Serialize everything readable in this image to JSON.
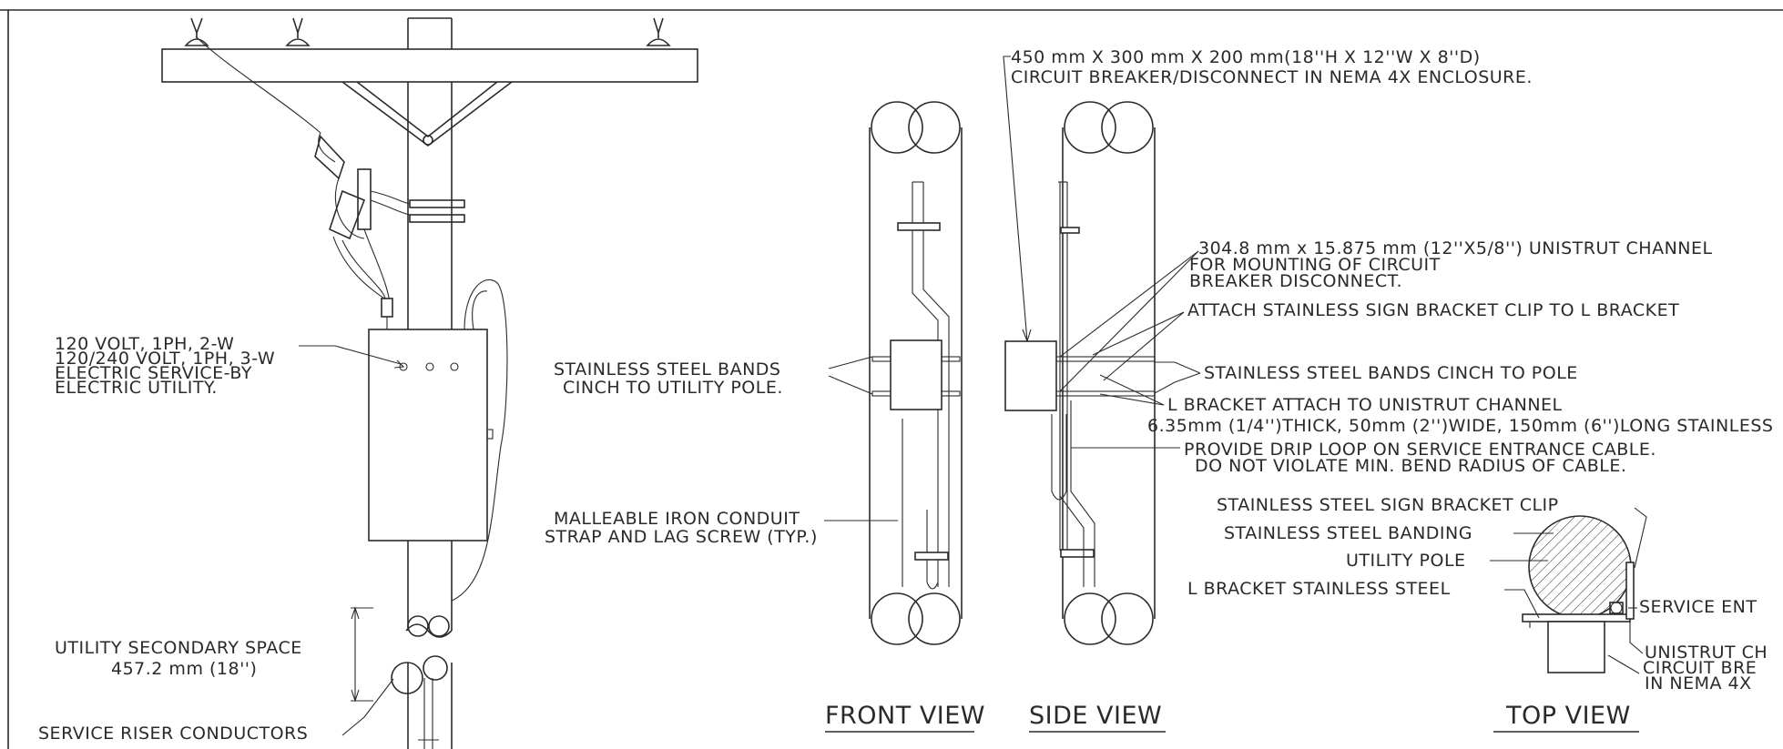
{
  "colors": {
    "ink": "#2b2b2b",
    "paper": "#ffffff"
  },
  "left_labels": {
    "service_line1": "120 VOLT, 1PH, 2-W",
    "service_line2": "120/240 VOLT, 1PH, 3-W",
    "service_line3": "ELECTRIC SERVICE-BY",
    "service_line4": "ELECTRIC UTILITY.",
    "secondary_line1": "UTILITY SECONDARY SPACE",
    "secondary_line2": "457.2 mm (18'')",
    "riser": "SERVICE RISER CONDUCTORS"
  },
  "middle_labels": {
    "bands_line1": "STAINLESS STEEL BANDS",
    "bands_line2": "CINCH TO UTILITY POLE.",
    "strap_line1": "MALLEABLE IRON CONDUIT",
    "strap_line2": "STRAP AND LAG SCREW (TYP.)"
  },
  "right_labels": {
    "enclosure_line1": "450 mm X 300 mm X 200 mm(18''H X 12''W X 8''D)",
    "enclosure_line2": "CIRCUIT BREAKER/DISCONNECT IN NEMA 4X ENCLOSURE.",
    "channel_line1": "304.8 mm x 15.875 mm (12''X5/8'') UNISTRUT CHANNEL",
    "channel_line2": "FOR MOUNTING OF CIRCUIT",
    "channel_line3": "BREAKER DISCONNECT.",
    "clip_attach": "ATTACH STAINLESS SIGN BRACKET CLIP TO L BRACKET",
    "bands_pole": "STAINLESS STEEL BANDS CINCH TO POLE",
    "lbracket_line1": "L BRACKET ATTACH TO UNISTRUT CHANNEL",
    "lbracket_line2": "6.35mm (1/4'')THICK, 50mm (2'')WIDE, 150mm (6'')LONG STAINLESS",
    "drip_line1": "PROVIDE DRIP LOOP ON SERVICE ENTRANCE CABLE.",
    "drip_line2": "DO NOT VIOLATE MIN. BEND RADIUS OF CABLE."
  },
  "top_view_labels": {
    "sign_clip": "STAINLESS STEEL SIGN BRACKET CLIP",
    "banding": "STAINLESS STEEL BANDING",
    "utility_pole": "UTILITY POLE",
    "l_bracket": "L BRACKET STAINLESS STEEL",
    "service_ent": "SERVICE ENT",
    "unistrut": "UNISTRUT CH",
    "circuit_bre": "CIRCUIT BRE",
    "nema": "IN NEMA 4X"
  },
  "view_titles": {
    "front": "FRONT VIEW",
    "side": "SIDE VIEW",
    "top": "TOP VIEW"
  }
}
